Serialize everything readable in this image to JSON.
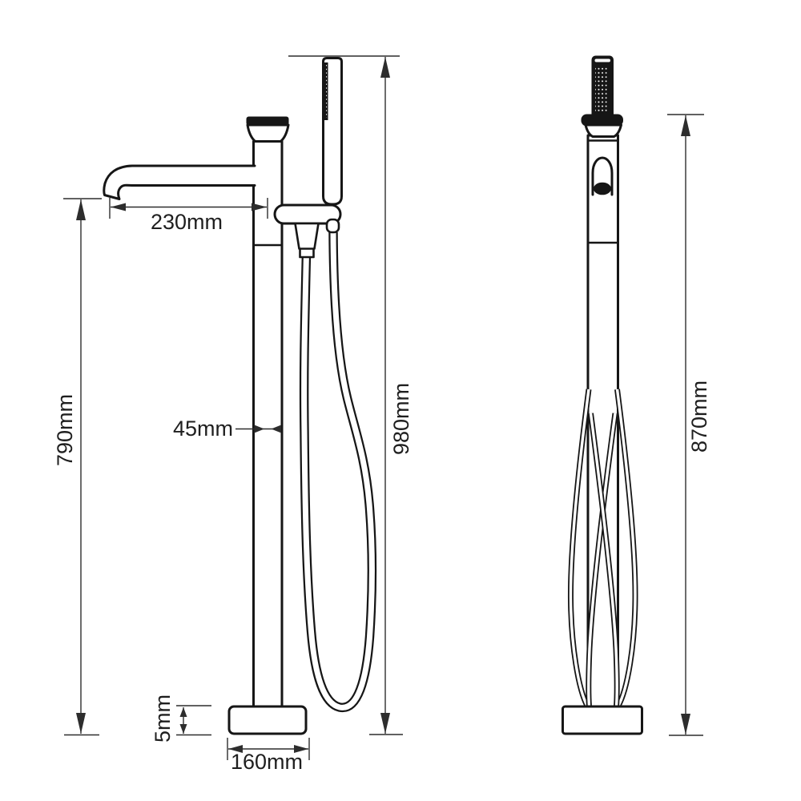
{
  "diagram": {
    "colors": {
      "background": "#ffffff",
      "line": "#161616",
      "dimension": "#2d2d2d"
    },
    "front_view": {
      "dims": {
        "spout_reach": "230mm",
        "spout_height": "790mm",
        "overall_height": "980mm",
        "pipe_diameter": "45mm",
        "base_thickness": "5mm",
        "base_diameter": "160mm"
      }
    },
    "side_view": {
      "dims": {
        "overall_height": "870mm"
      }
    }
  }
}
